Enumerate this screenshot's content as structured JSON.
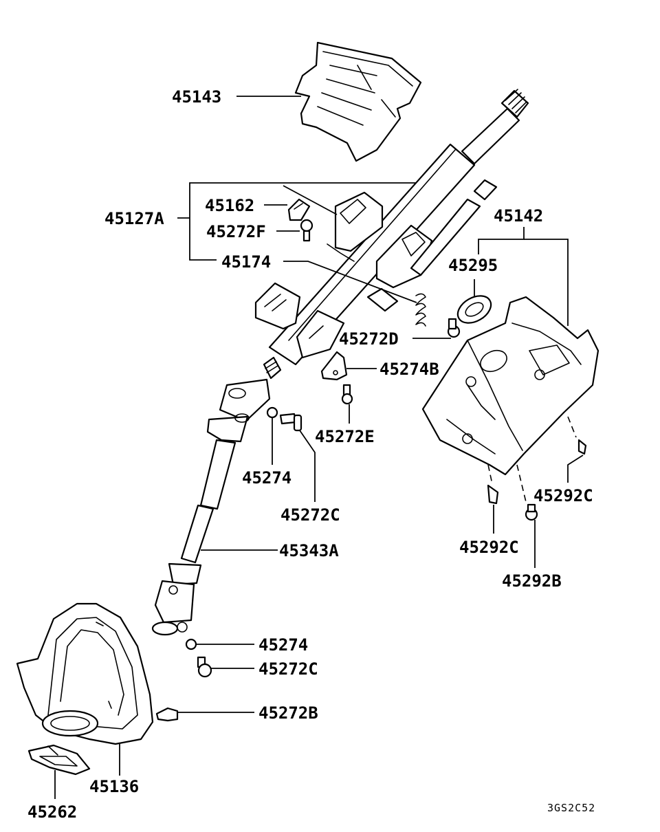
{
  "diagram_code": "3GS2C52",
  "labels": {
    "p45143": "45143",
    "p45127A": "45127A",
    "p45162": "45162",
    "p45272F": "45272F",
    "p45174": "45174",
    "p45142": "45142",
    "p45295": "45295",
    "p45272D": "45272D",
    "p45274B": "45274B",
    "p45272E": "45272E",
    "p45274_a": "45274",
    "p45272C_a": "45272C",
    "p45343A": "45343A",
    "p45292C_a": "45292C",
    "p45292C_b": "45292C",
    "p45292B": "45292B",
    "p45274_b": "45274",
    "p45272C_b": "45272C",
    "p45272B": "45272B",
    "p45136": "45136",
    "p45262": "45262"
  }
}
